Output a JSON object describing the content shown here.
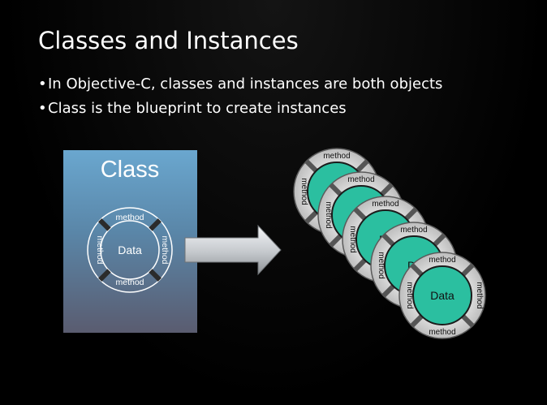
{
  "slide": {
    "title": "Classes and Instances",
    "bullets": [
      "In Objective-C, classes and instances are both objects",
      "Class is the blueprint to create instances"
    ]
  },
  "class_box": {
    "title": "Class",
    "data_label": "Data",
    "method_label": "method"
  },
  "instance": {
    "data_label": "Data",
    "method_label": "method",
    "partial_label": "D"
  },
  "colors": {
    "background": "#000000",
    "class_box_top": "#6aa4cb",
    "class_box_bottom": "#5b5e73",
    "instance_data": "#2bbfa0",
    "instance_ring": "#c8c8c8",
    "arrow": "#c9ccd0"
  }
}
